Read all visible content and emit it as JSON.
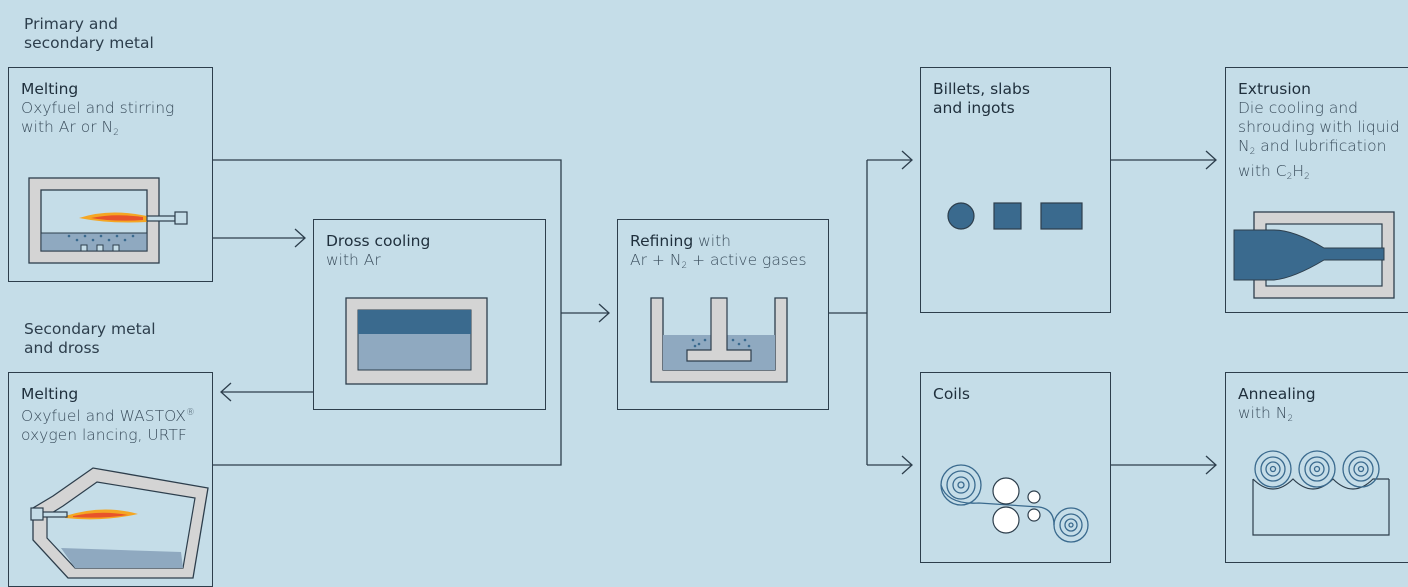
{
  "headings": {
    "primary": [
      "Primary and",
      "secondary metal"
    ],
    "secondary": [
      "Secondary metal",
      "and dross"
    ]
  },
  "boxes": {
    "melting1": {
      "title": "Melting",
      "sub1": "Oxyfuel and stirring",
      "sub2_pre": "with Ar or N",
      "sub2_sub": "2"
    },
    "melting2": {
      "title": "Melting",
      "sub1_pre": "Oxyfuel and WASTOX",
      "sub1_sup": "®",
      "sub2": "oxygen lancing, URTF"
    },
    "dross": {
      "title": "Dross cooling",
      "sub1": "with Ar"
    },
    "refining": {
      "title": "Refining",
      "title_rest": " with",
      "sub_pre": "Ar + N",
      "sub_sub": "2",
      "sub_post": " + active gases"
    },
    "billets": {
      "title1": "Billets, slabs",
      "title2": "and ingots"
    },
    "coils": {
      "title": "Coils"
    },
    "extrusion": {
      "title": "Extrusion",
      "l1": "Die cooling and",
      "l2": "shrouding with liquid",
      "l3_a": "N",
      "l3_b": "2",
      "l3_c": " and lubrification",
      "l4_a": "with C",
      "l4_b": "2",
      "l4_c": "H",
      "l4_d": "2"
    },
    "annealing": {
      "title": "Annealing",
      "sub_pre": "with N",
      "sub_sub": "2"
    }
  },
  "colors": {
    "background": "#c5dde8",
    "line": "#2d3e4c",
    "metal_dark": "#3a6a8e",
    "metal_light": "#8fa9c0",
    "flame": "#f5a623",
    "refractory": "#d4d4d4"
  }
}
